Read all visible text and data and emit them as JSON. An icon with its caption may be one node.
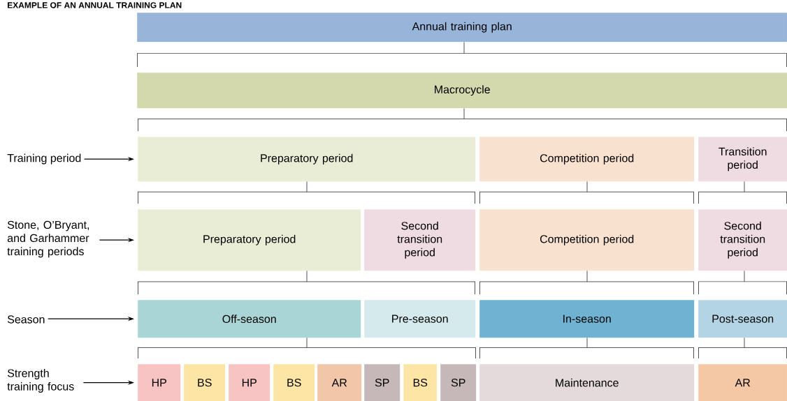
{
  "diagram": {
    "title": "EXAMPLE OF AN ANNUAL TRAINING PLAN",
    "nodes": [
      {
        "text": [
          "Annual training plan"
        ]
      },
      {
        "text": [
          "Macrocycle"
        ]
      },
      {
        "text": [
          "Preparatory period"
        ]
      },
      {
        "text": [
          "Competition period"
        ]
      },
      {
        "text": [
          "Transition period"
        ]
      },
      {
        "text": [
          "Preparatory period"
        ]
      },
      {
        "text": [
          "Second transition period"
        ]
      },
      {
        "text": [
          "Competition period"
        ]
      },
      {
        "text": [
          "Second transition period"
        ]
      },
      {
        "text": [
          "Off-season"
        ]
      },
      {
        "text": [
          "Pre-season"
        ]
      },
      {
        "text": [
          "In-season"
        ]
      },
      {
        "text": [
          "Post-season"
        ]
      },
      {
        "text": [
          "HP"
        ]
      },
      {
        "text": [
          "BS"
        ]
      },
      {
        "text": [
          "HP"
        ]
      },
      {
        "text": [
          "BS"
        ]
      },
      {
        "text": [
          "AR"
        ]
      },
      {
        "text": [
          "SP"
        ]
      },
      {
        "text": [
          "BS"
        ]
      },
      {
        "text": [
          "SP"
        ]
      },
      {
        "text": [
          "Maintenance"
        ]
      },
      {
        "text": [
          "AR"
        ]
      },
      {
        "text": [
          "Training period"
        ]
      },
      {
        "text": [
          "Stone, O’Bryant, and Garhammer training periods"
        ]
      },
      {
        "text": [
          "Season"
        ]
      },
      {
        "text": [
          "Strength training focus"
        ]
      }
    ],
    "edges": [
      {
        "from": 0,
        "to": 1,
        "arrow": "none"
      },
      {
        "from": 1,
        "to": 2,
        "arrow": "none"
      },
      {
        "from": 1,
        "to": 4,
        "arrow": "none"
      },
      {
        "from": 2,
        "to": 5,
        "arrow": "none"
      },
      {
        "from": 2,
        "to": 6,
        "arrow": "none"
      },
      {
        "from": 3,
        "to": 7,
        "arrow": "none"
      },
      {
        "from": 4,
        "to": 8,
        "arrow": "none"
      },
      {
        "from": 5,
        "to": 9,
        "arrow": "none"
      },
      {
        "from": 5,
        "to": 10,
        "arrow": "none"
      },
      {
        "from": 7,
        "to": 11,
        "arrow": "none"
      },
      {
        "from": 8,
        "to": 12,
        "arrow": "none"
      },
      {
        "from": 9,
        "to": 13,
        "arrow": "none"
      },
      {
        "from": 9,
        "to": 20,
        "arrow": "none"
      },
      {
        "from": 11,
        "to": 21,
        "arrow": "none"
      },
      {
        "from": 12,
        "to": 22,
        "arrow": "none"
      },
      {
        "from": 23,
        "to": 2,
        "arrow": "to"
      },
      {
        "from": 24,
        "to": 5,
        "arrow": "to"
      },
      {
        "from": 25,
        "to": 9,
        "arrow": "to"
      },
      {
        "from": 26,
        "to": 13,
        "arrow": "to"
      }
    ]
  }
}
